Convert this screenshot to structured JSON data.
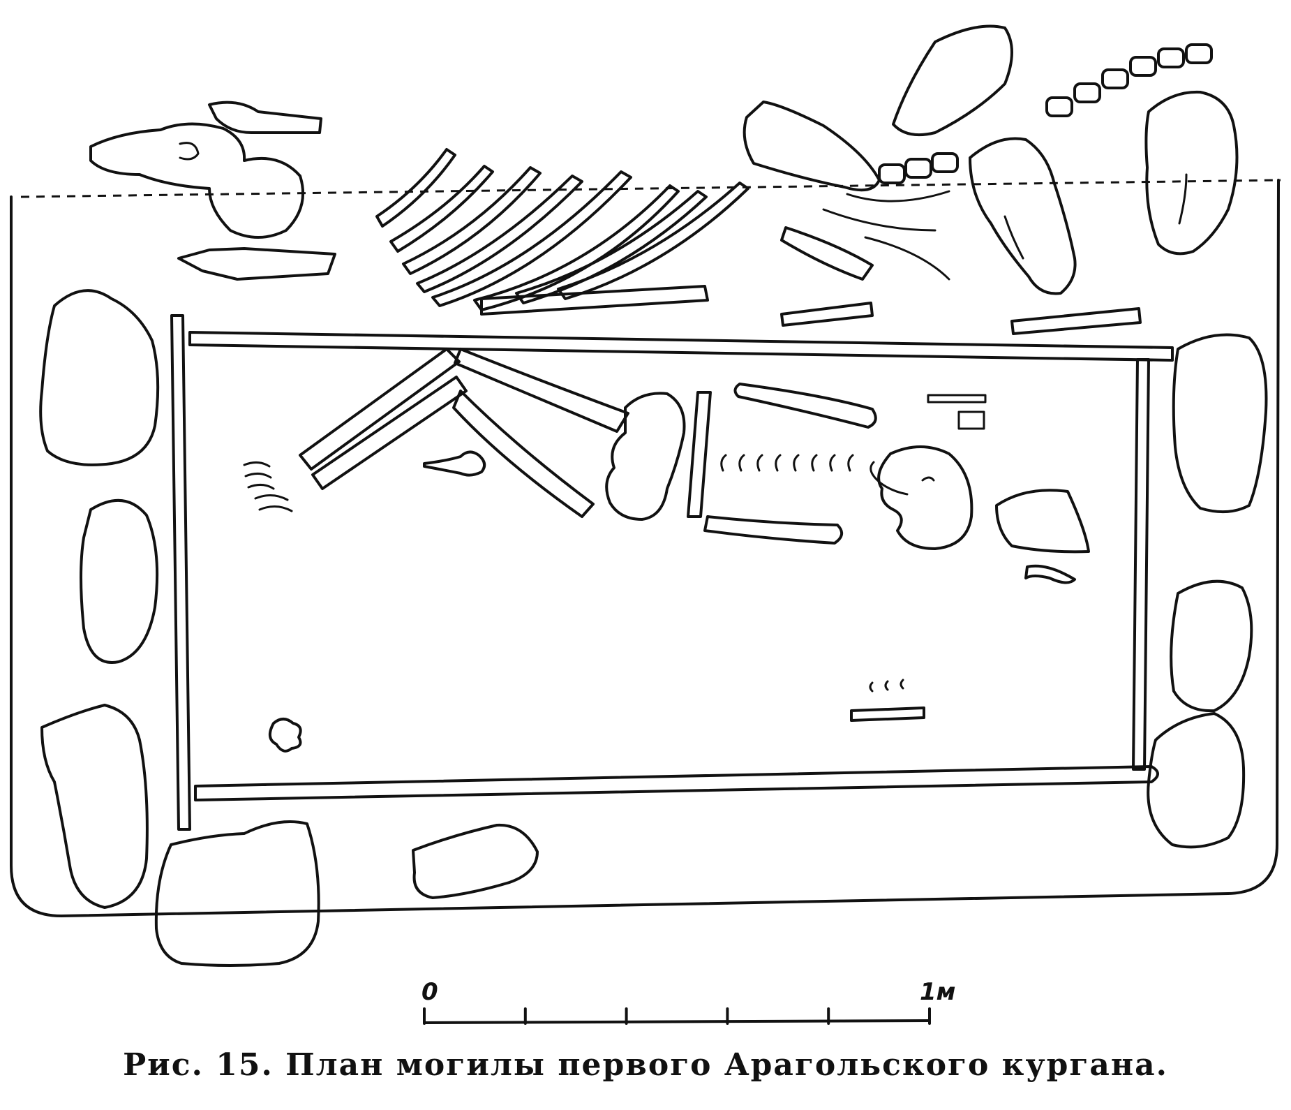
{
  "scale_bar": {
    "start_label": "0",
    "end_label": "1м",
    "divisions": 5
  },
  "caption": "Рис. 15. План могилы первого Арагольского кургана."
}
